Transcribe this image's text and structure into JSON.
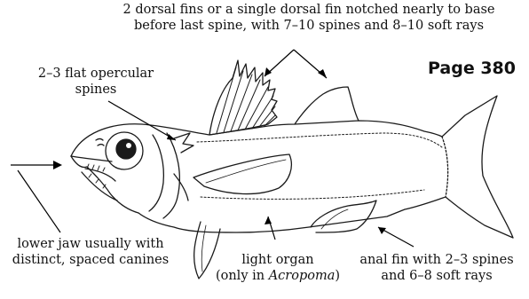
{
  "page_label": "Page 380",
  "labels": {
    "dorsal": {
      "line1": "2 dorsal fins or a single dorsal fin notched nearly to base",
      "line2": "before last spine, with 7–10 spines and 8–10 soft rays"
    },
    "opercular": {
      "line1": "2–3 flat opercular",
      "line2": "spines"
    },
    "jaw": {
      "line1": "lower jaw usually with",
      "line2": "distinct, spaced canines"
    },
    "light_organ": {
      "line1": "light organ",
      "line2_prefix": "(only in ",
      "line2_genus": "Acropoma",
      "line2_suffix": ")"
    },
    "anal": {
      "line1": "anal fin with 2–3 spines",
      "line2": "and 6–8 soft rays"
    }
  }
}
